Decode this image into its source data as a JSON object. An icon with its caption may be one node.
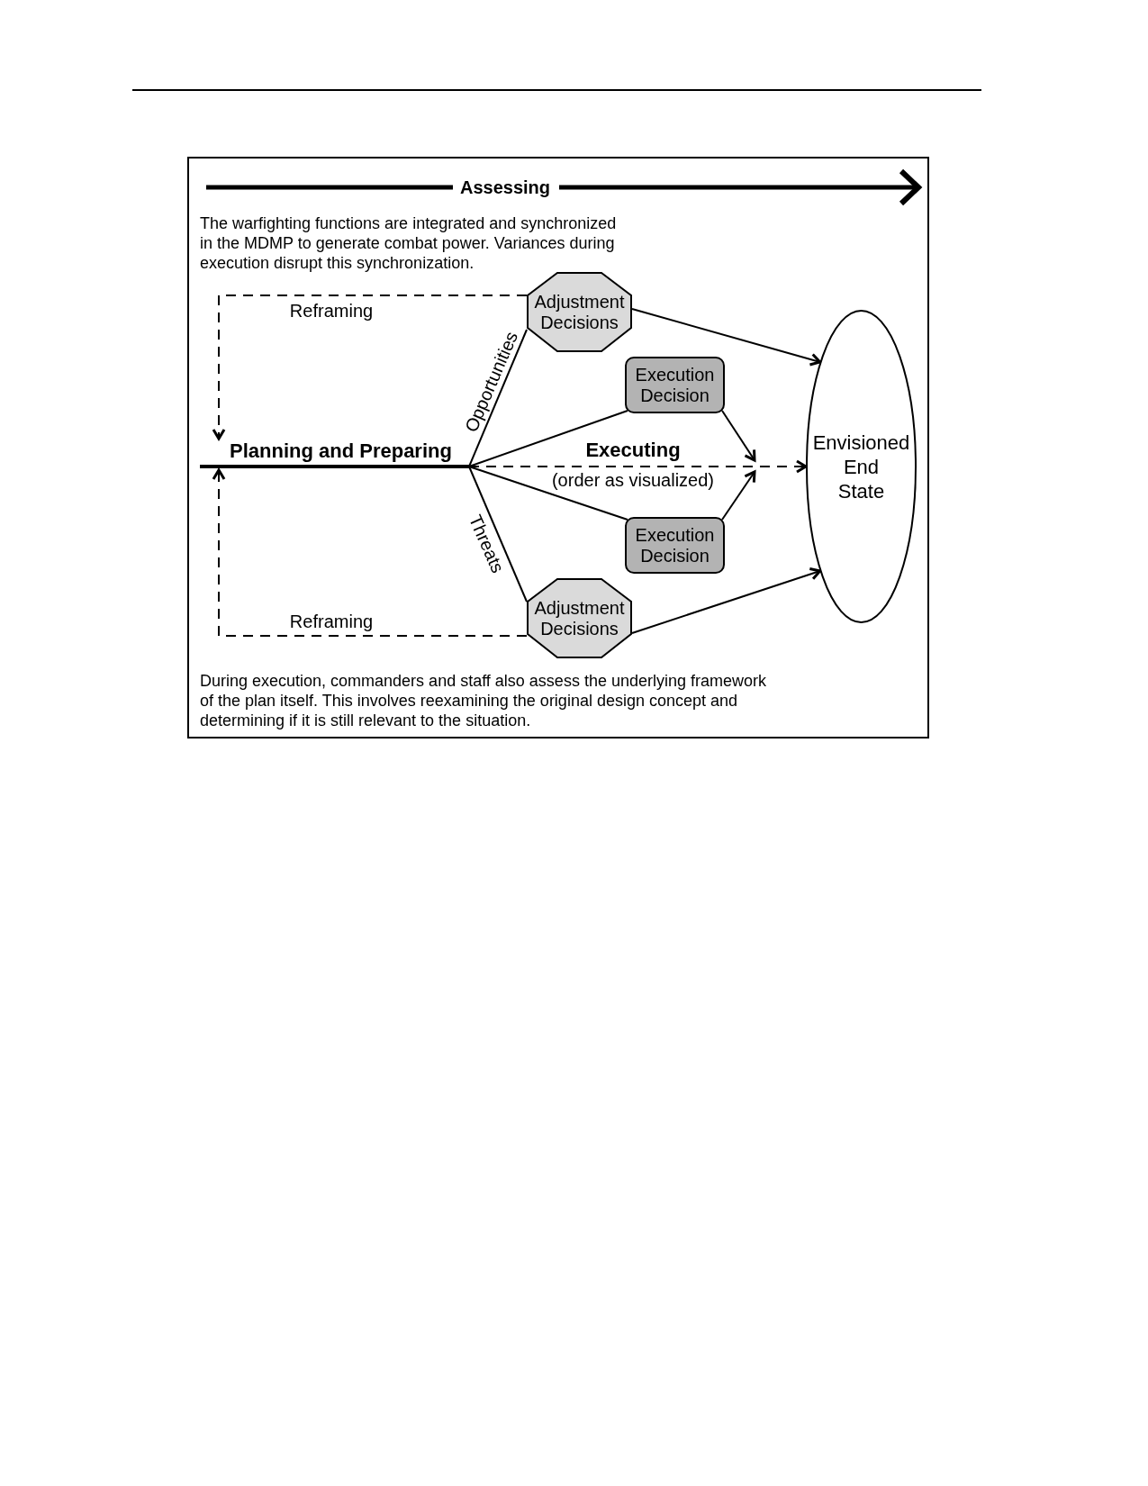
{
  "diagram": {
    "nodes": [
      {
        "text": [
          "Planning and Preparing"
        ]
      },
      {
        "text": [
          "Adjustment Decisions"
        ]
      },
      {
        "text": [
          "Execution Decision"
        ]
      },
      {
        "text": [
          "Execution Decision"
        ]
      },
      {
        "text": [
          "Adjustment Decisions"
        ]
      },
      {
        "text": [
          "Envisioned End State"
        ]
      }
    ],
    "edges": [
      {
        "from": 0,
        "to": 1,
        "arrow": "none",
        "label": "Opportunities"
      },
      {
        "from": 0,
        "to": 2,
        "arrow": "none"
      },
      {
        "from": 0,
        "to": 5,
        "arrow": "to",
        "label": "Executing",
        "style": "dashed"
      },
      {
        "from": 0,
        "to": 3,
        "arrow": "none"
      },
      {
        "from": 0,
        "to": 4,
        "arrow": "none",
        "label": "Threats"
      },
      {
        "from": 1,
        "to": 5,
        "arrow": "to"
      },
      {
        "from": 2,
        "to": null,
        "arrow": "to"
      },
      {
        "from": 3,
        "to": null,
        "arrow": "to"
      },
      {
        "from": 4,
        "to": 5,
        "arrow": "to"
      },
      {
        "from": 1,
        "to": 0,
        "arrow": "to",
        "label": "Reframing",
        "style": "dashed"
      },
      {
        "from": 4,
        "to": 0,
        "arrow": "to",
        "label": "Reframing",
        "style": "dashed"
      }
    ],
    "labels": [
      "Assessing",
      "The warfighting functions are integrated and synchronized in the MDMP to generate combat power. Variances during execution disrupt this synchronization.",
      "(order as visualized)",
      "During execution, commanders and staff also assess the underlying framework of the plan itself. This involves reexamining the original design concept and determining if it is still relevant to the situation."
    ]
  }
}
